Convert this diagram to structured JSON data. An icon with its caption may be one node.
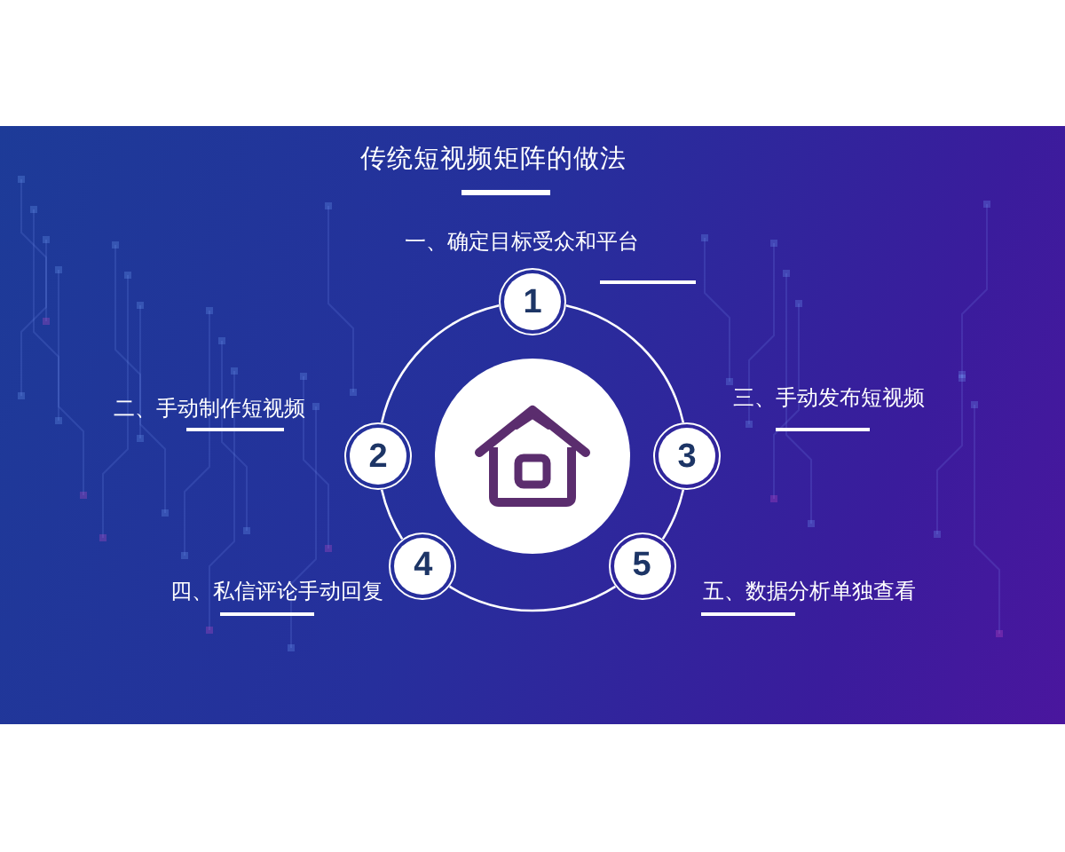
{
  "diagram": {
    "title": "传统短视频矩阵的做法",
    "nodes": [
      {
        "text": [
          "1"
        ],
        "beside": [
          "一、确定目标受众和平台"
        ]
      },
      {
        "text": [
          "2"
        ],
        "beside": [
          "二、手动制作短视频"
        ]
      },
      {
        "text": [],
        "shape": "circle"
      },
      {
        "text": [
          "3"
        ],
        "beside": [
          "三、手动发布短视频"
        ]
      },
      {
        "text": [
          "4"
        ],
        "beside": [
          "四、私信评论手动回复"
        ]
      },
      {
        "text": [
          "5"
        ],
        "beside": [
          "五、数据分析单独查看"
        ]
      }
    ],
    "edges": [
      {
        "from": 0,
        "to": 3,
        "arrow": "none"
      },
      {
        "from": 3,
        "to": 5,
        "arrow": "none"
      },
      {
        "from": 5,
        "to": 4,
        "arrow": "none"
      },
      {
        "from": 4,
        "to": 1,
        "arrow": "none"
      },
      {
        "from": 1,
        "to": 0,
        "arrow": "none"
      }
    ]
  }
}
